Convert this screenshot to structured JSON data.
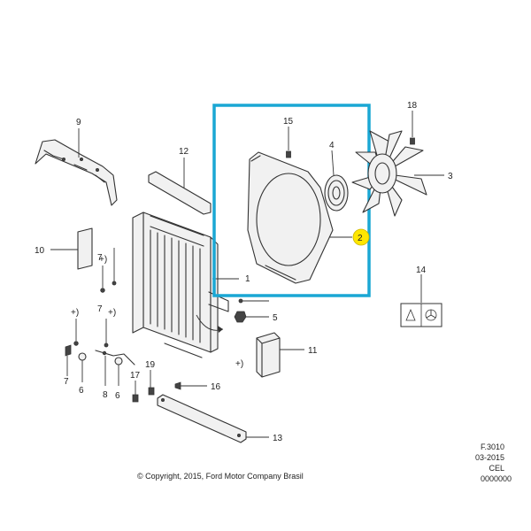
{
  "highlight": {
    "color": "#1aa7d4",
    "badge_color": "#ffe600"
  },
  "callouts": [
    {
      "id": "p1",
      "label": "1"
    },
    {
      "id": "p2",
      "label": "2"
    },
    {
      "id": "p3",
      "label": "3"
    },
    {
      "id": "p4",
      "label": "4"
    },
    {
      "id": "p5",
      "label": "5"
    },
    {
      "id": "p6a",
      "label": "6"
    },
    {
      "id": "p6b",
      "label": "6"
    },
    {
      "id": "p7a",
      "label": "7"
    },
    {
      "id": "p7b",
      "label": "7"
    },
    {
      "id": "p7c",
      "label": "7"
    },
    {
      "id": "p8",
      "label": "8"
    },
    {
      "id": "p9",
      "label": "9"
    },
    {
      "id": "p10",
      "label": "10"
    },
    {
      "id": "p11",
      "label": "11"
    },
    {
      "id": "p12",
      "label": "12"
    },
    {
      "id": "p13",
      "label": "13"
    },
    {
      "id": "p14",
      "label": "14"
    },
    {
      "id": "p15",
      "label": "15"
    },
    {
      "id": "p16",
      "label": "16"
    },
    {
      "id": "p17",
      "label": "17"
    },
    {
      "id": "p18",
      "label": "18"
    },
    {
      "id": "p19",
      "label": "19"
    },
    {
      "id": "m1",
      "label": "+)"
    },
    {
      "id": "m2",
      "label": "+)"
    },
    {
      "id": "m3",
      "label": "+)"
    },
    {
      "id": "m4",
      "label": "+)"
    }
  ],
  "reference": {
    "figure": "F.3010",
    "date": "03-2015",
    "region": "CEL",
    "code": "0000000"
  },
  "copyright": "© Copyright, 2015, Ford Motor Company Brasil"
}
